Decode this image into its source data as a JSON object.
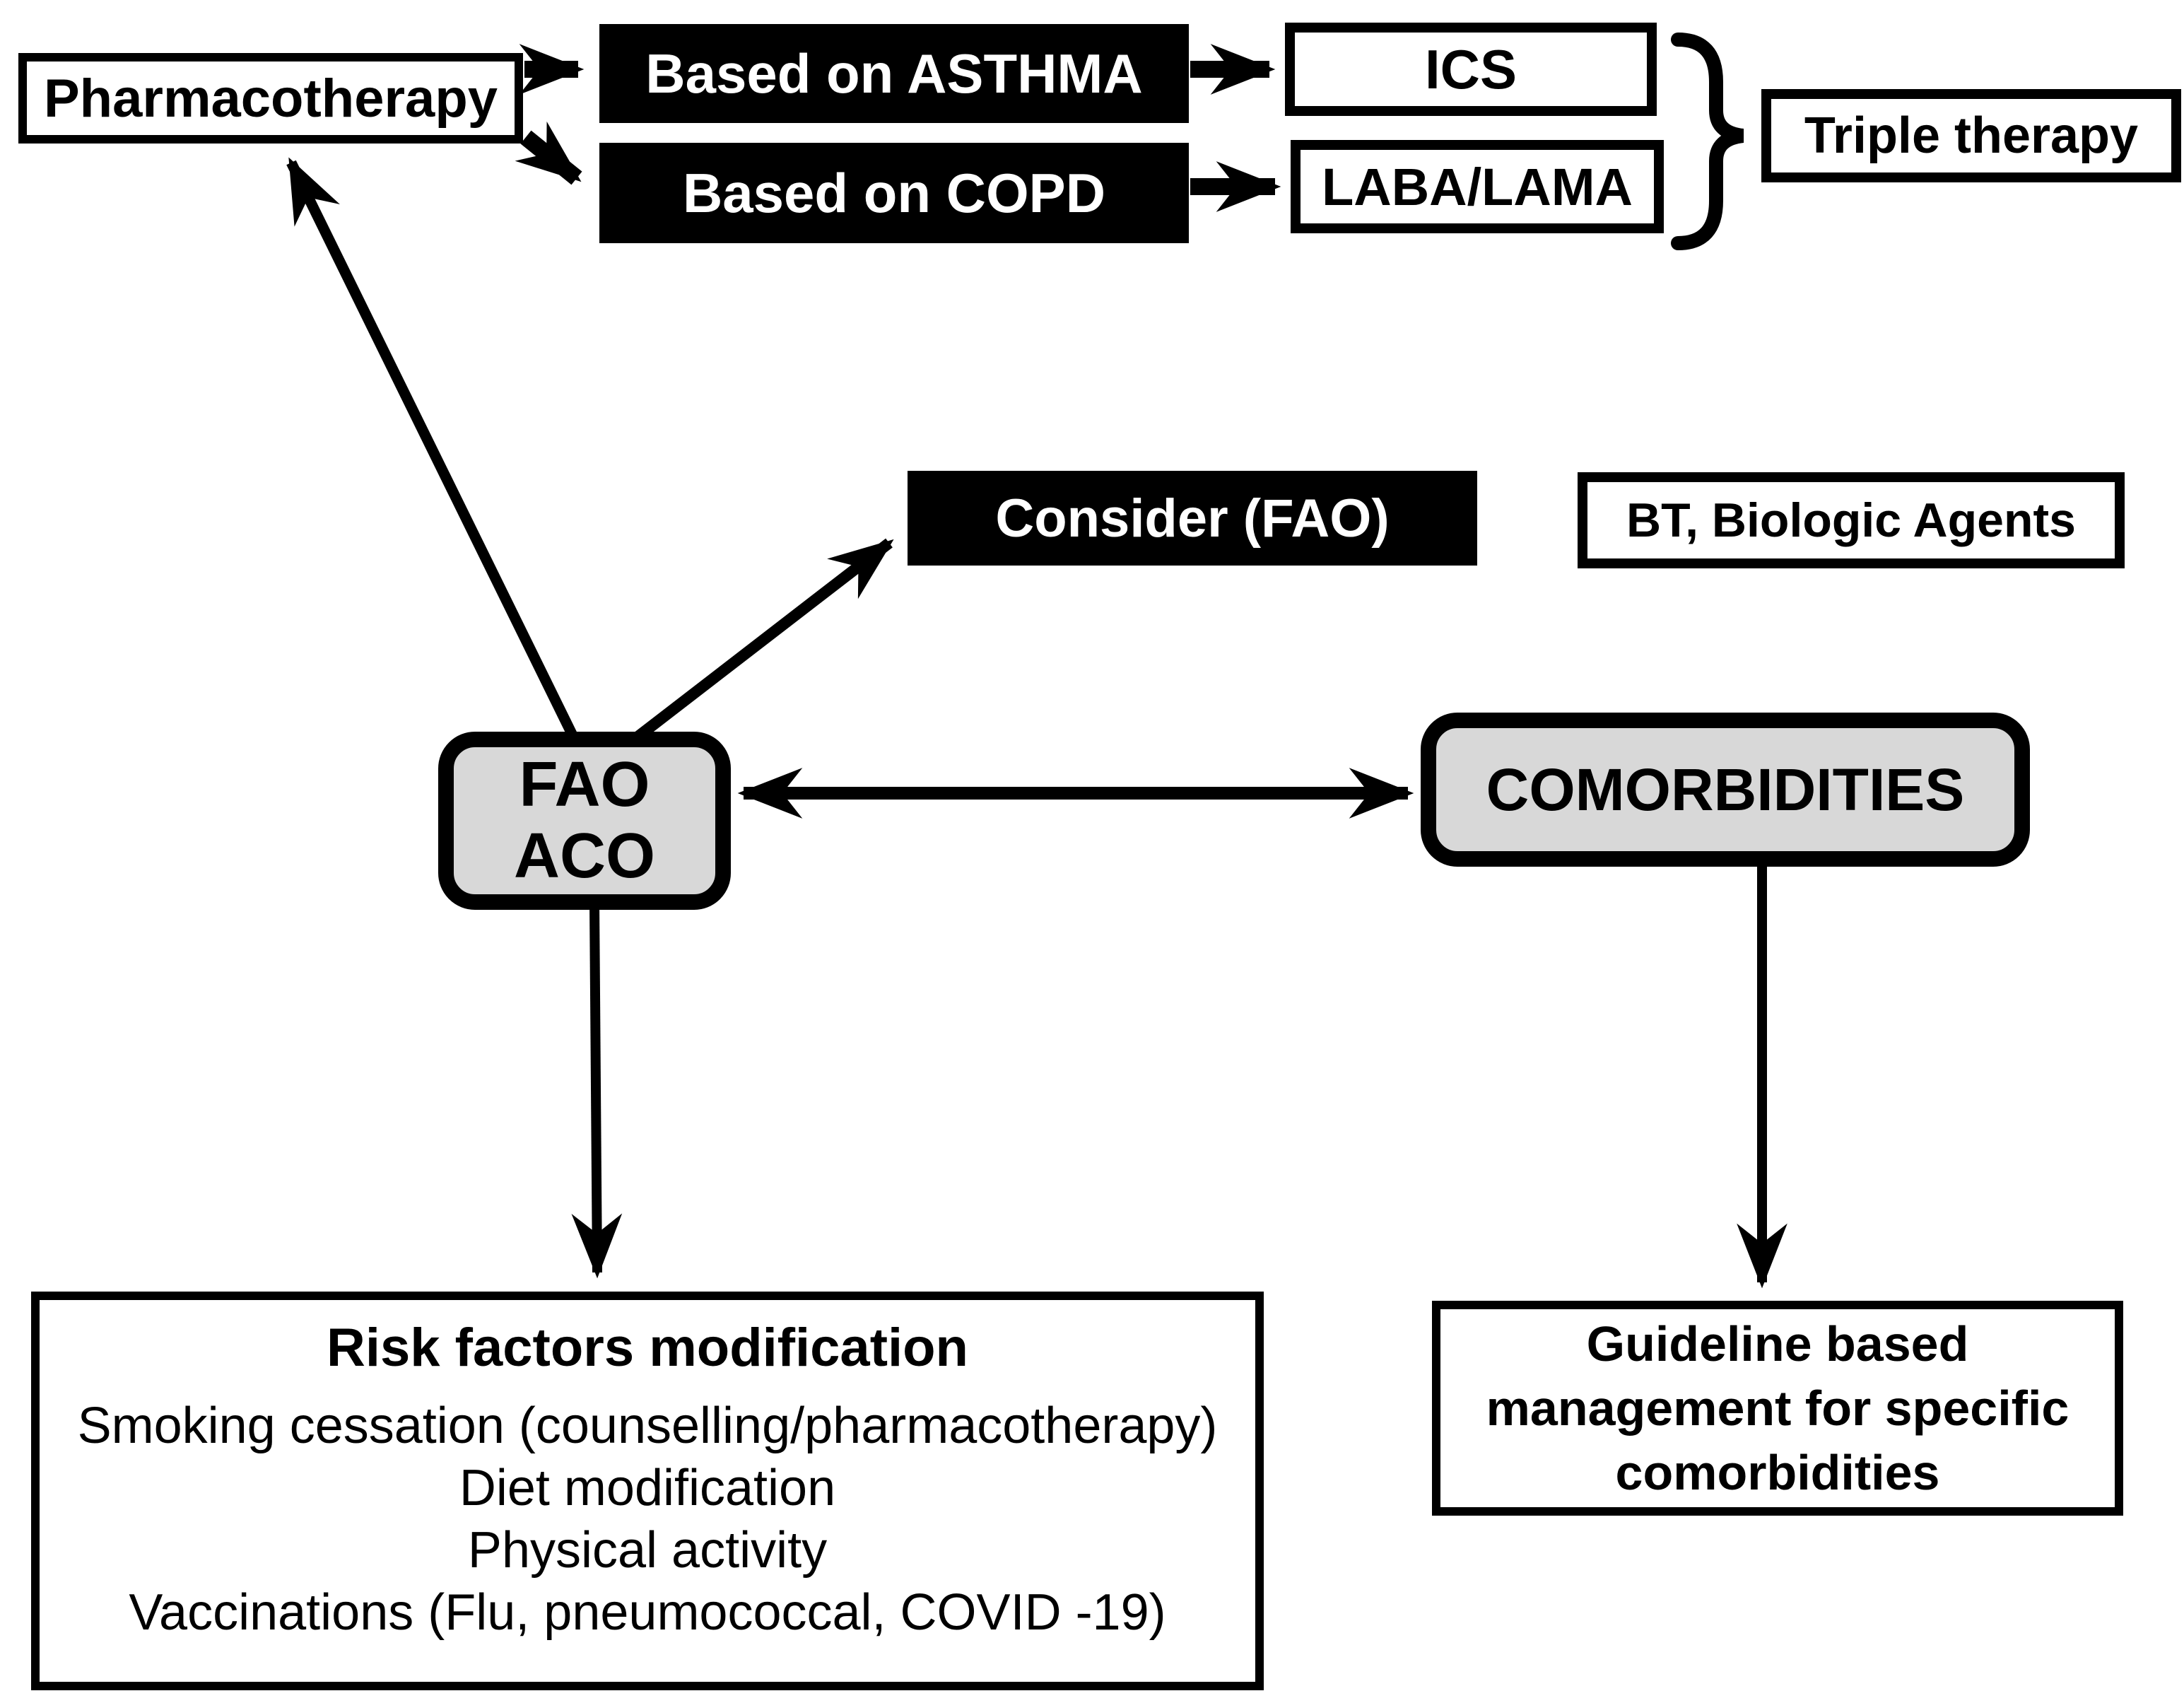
{
  "diagram": {
    "pharmacotherapy": "Pharmacotherapy",
    "based_on_asthma": "Based on ASTHMA",
    "based_on_copd": "Based on COPD",
    "ics": "ICS",
    "laba_lama": "LABA/LAMA",
    "triple_therapy": "Triple therapy",
    "consider_fao": "Consider (FAO)",
    "bt_biologic_agents": "BT, Biologic Agents",
    "fao_aco": {
      "lines": [
        "FAO",
        "ACO"
      ]
    },
    "comorbidities": "COMORBIDITIES",
    "risk_factors": {
      "title": "Risk factors modification",
      "items": [
        "Smoking cessation (counselling/pharmacotherapy)",
        "Diet modification",
        "Physical activity",
        "Vaccinations (Flu, pneumococcal, COVID -19)"
      ]
    },
    "guideline": {
      "lines": [
        "Guideline based",
        "management for specific",
        "comorbidities"
      ]
    },
    "colors": {
      "fill_gray": "#d8d8d8",
      "fill_black": "#000000",
      "fill_white": "#ffffff",
      "stroke": "#000000"
    }
  }
}
